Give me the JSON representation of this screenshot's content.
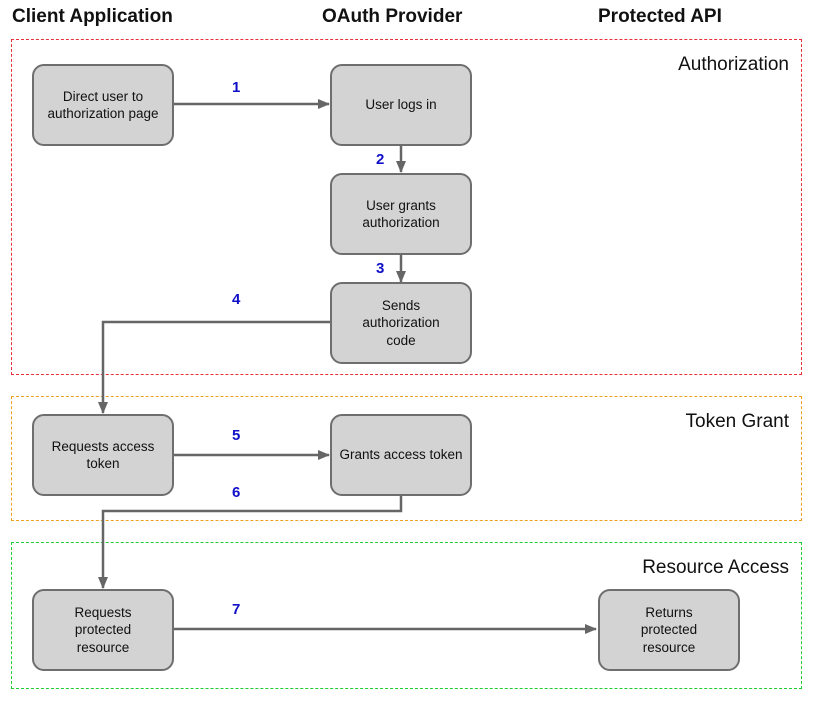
{
  "columns": {
    "client": "Client Application",
    "provider": "OAuth Provider",
    "api": "Protected API"
  },
  "phases": {
    "authorization": {
      "label": "Authorization",
      "color": "#e8303a"
    },
    "token": {
      "label": "Token Grant",
      "color": "#f0a020"
    },
    "resource": {
      "label": "Resource Access",
      "color": "#22cc33"
    }
  },
  "steps": {
    "direct_user": "Direct user to authorization page",
    "user_logs_in": "User logs in",
    "user_grants": "User grants authorization",
    "sends_code": "Sends authorization code",
    "requests_token": "Requests access token",
    "grants_token": "Grants access token",
    "requests_resource": "Requests protected resource",
    "returns_resource": "Returns protected resource"
  },
  "numbers": [
    "1",
    "2",
    "3",
    "4",
    "5",
    "6",
    "7"
  ],
  "colors": {
    "box_fill": "#d3d3d3",
    "box_border": "#6e6e6e",
    "arrow": "#666666",
    "number": "#1010c8"
  }
}
